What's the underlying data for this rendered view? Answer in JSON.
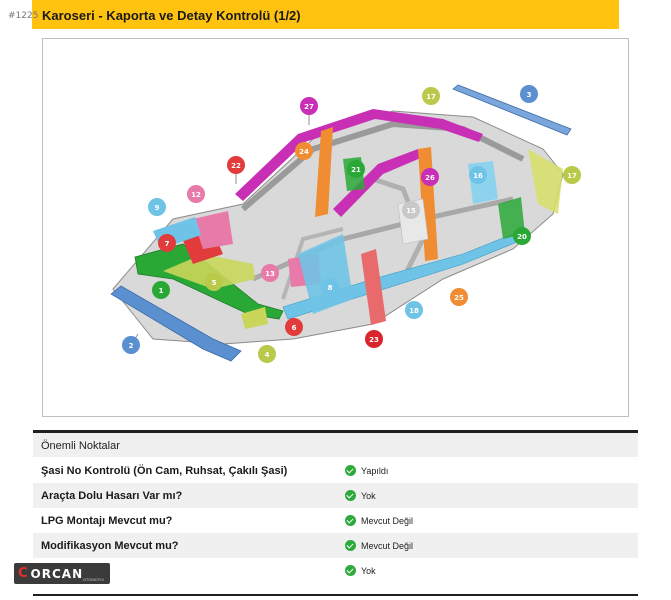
{
  "listing_id": "#1225",
  "header": {
    "title": "Karoseri - Kaporta ve Detay Kontrolü (1/2)",
    "bg_color": "#ffc20e"
  },
  "diagram": {
    "markers": [
      {
        "label": "1",
        "color": "#2aa836"
      },
      {
        "label": "2",
        "color": "#5a8fd0"
      },
      {
        "label": "3",
        "color": "#5a8fd0"
      },
      {
        "label": "4",
        "color": "#b9c94a"
      },
      {
        "label": "5",
        "color": "#b9c94a"
      },
      {
        "label": "6",
        "color": "#e23b3b"
      },
      {
        "label": "7",
        "color": "#e23b3b"
      },
      {
        "label": "8",
        "color": "#6fc3e6"
      },
      {
        "label": "9",
        "color": "#6fc3e6"
      },
      {
        "label": "12",
        "color": "#e87aa9"
      },
      {
        "label": "13",
        "color": "#e87aa9"
      },
      {
        "label": "15",
        "color": "#c8c8c8"
      },
      {
        "label": "16",
        "color": "#6fc3e6"
      },
      {
        "label": "17",
        "color": "#b9c94a"
      },
      {
        "label": "17",
        "color": "#b9c94a"
      },
      {
        "label": "18",
        "color": "#6fc3e6"
      },
      {
        "label": "20",
        "color": "#2aa836"
      },
      {
        "label": "21",
        "color": "#2aa836"
      },
      {
        "label": "22",
        "color": "#e23b3b"
      },
      {
        "label": "23",
        "color": "#d8262c"
      },
      {
        "label": "24",
        "color": "#f08c32"
      },
      {
        "label": "25",
        "color": "#f08c32"
      },
      {
        "label": "26",
        "color": "#c92fb5"
      },
      {
        "label": "27",
        "color": "#c92fb5"
      }
    ]
  },
  "section": {
    "title": "Önemli Noktalar",
    "rows": [
      {
        "label": "Şasi No Kontrolü (Ön Cam, Ruhsat, Çakılı Şasi)",
        "value": "Yapıldı"
      },
      {
        "label": "Araçta Dolu Hasarı Var mı?",
        "value": "Yok"
      },
      {
        "label": "LPG Montajı Mevcut mu?",
        "value": "Mevcut Değil"
      },
      {
        "label": "Modifikasyon Mevcut mu?",
        "value": "Mevcut Değil"
      },
      {
        "label": "",
        "value": "Yok"
      }
    ],
    "status_color": "#2eaa3c"
  },
  "watermark": {
    "text": "ORCAN",
    "sub": "OTOMOTIV"
  }
}
